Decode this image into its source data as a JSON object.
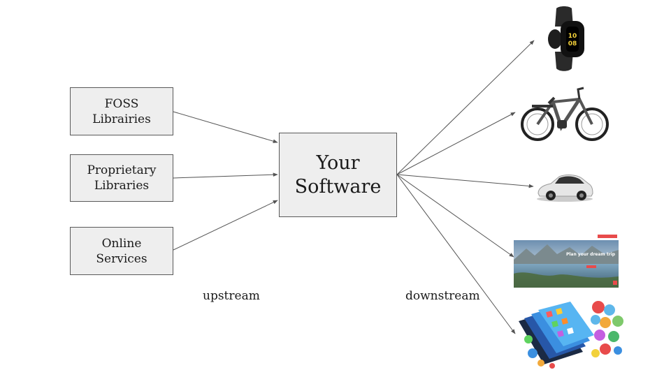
{
  "upstream_nodes": [
    {
      "line1": "FOSS",
      "line2": "Librairies"
    },
    {
      "line1": "Proprietary",
      "line2": "Libraries"
    },
    {
      "line1": "Online",
      "line2": "Services"
    }
  ],
  "center": {
    "line1": "Your",
    "line2": "Software"
  },
  "labels": {
    "upstream": "upstream",
    "downstream": "downstream"
  },
  "downstream_targets": [
    "fitness-tracker",
    "e-bike",
    "car",
    "website",
    "mobile-apps"
  ],
  "website_thumb": {
    "headline": "Plan your dream trip"
  },
  "watch_display": {
    "line1": "10",
    "line2": "08"
  },
  "colors": {
    "box_fill": "#eeeeee",
    "box_border": "#595959",
    "arrow": "#555555"
  }
}
